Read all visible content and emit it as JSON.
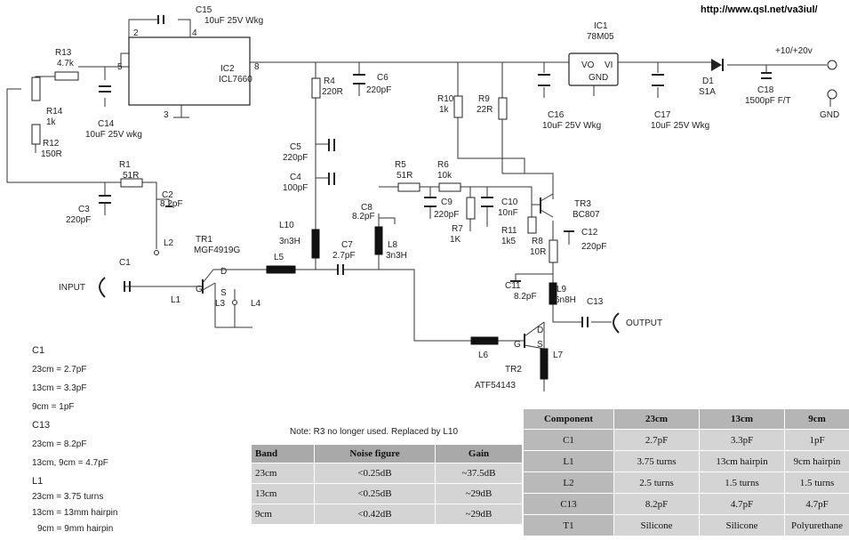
{
  "header": {
    "url": "http://www.qsl.net/va3iul/"
  },
  "labels": {
    "c15": "C15",
    "c15_val": "10uF 25V Wkg",
    "ic2": "IC2",
    "ic2_part": "ICL7660",
    "ic1": "IC1",
    "ic1_part": "78M05",
    "vo": "VO",
    "vi": "VI",
    "gnd_pin": "GND",
    "r13": "R13",
    "r13_val": "4.7k",
    "r14": "R14",
    "r14_val": "1k",
    "r12": "R12",
    "r12_val": "150R",
    "c14": "C14",
    "c14_val": "10uF 25V wkg",
    "r4": "R4",
    "r4_val": "220R",
    "c6": "C6",
    "c6_val": "220pF",
    "c5": "C5",
    "c5_val": "220pF",
    "c4": "C4",
    "c4_val": "100pF",
    "r10": "R10",
    "r10_val": "1k",
    "r9": "R9",
    "r9_val": "22R",
    "c16": "C16",
    "c16_val": "10uF 25V Wkg",
    "c17": "C17",
    "c17_val": "10uF 25V Wkg",
    "d1": "D1",
    "d1_val": "S1A",
    "c18": "C18",
    "c18_val": "1500pF F/T",
    "supply": "+10/+20v",
    "gnd": "GND",
    "r1": "R1",
    "r1_val": "51R",
    "c2": "C2",
    "c2_val": "8.2pF",
    "c3": "C3",
    "c3_val": "220pF",
    "l2": "L2",
    "tr1": "TR1",
    "tr1_part": "MGF4919G",
    "c1": "C1",
    "l1": "L1",
    "input": "INPUT",
    "l3": "L3",
    "l4": "L4",
    "l5": "L5",
    "l10": "L10",
    "l10_val": "3n3H",
    "c7": "C7",
    "c7_val": "2.7pF",
    "c8": "C8",
    "c8_val": "8.2pF",
    "l8_top": "L8",
    "l8_val": "3n3H",
    "r5": "R5",
    "r5_val": "51R",
    "r6": "R6",
    "r6_val": "10k",
    "c9": "C9",
    "c9_val": "220pF",
    "c10": "C10",
    "c10_val": "10nF",
    "r7": "R7",
    "r7_val": "1K",
    "r11": "R11",
    "r11_val": "1k5",
    "r8": "R8",
    "r8_val": "10R",
    "tr3": "TR3",
    "tr3_part": "BC807",
    "c12": "C12",
    "c12_val": "220pF",
    "c11": "C11",
    "c11_val": "8.2pF",
    "l9": "L9",
    "l9_val": "6n8H",
    "c13": "C13",
    "output": "OUTPUT",
    "l6": "L6",
    "l7": "L7",
    "tr2": "TR2",
    "tr2_part": "ATF54143",
    "pin_2": "2",
    "pin_4": "4",
    "pin_5": "5",
    "pin_8": "8",
    "pin_3": "3",
    "pin_d": "D",
    "pin_g": "G",
    "pin_s": "S"
  },
  "values_list": [
    {
      "heading": "C1",
      "lines": [
        "23cm = 2.7pF",
        "13cm = 3.3pF",
        "9cm = 1pF"
      ]
    },
    {
      "heading": "C13",
      "lines": [
        "23cm = 8.2pF",
        "13cm, 9cm = 4.7pF"
      ]
    },
    {
      "heading": "L1",
      "lines": [
        "23cm = 3.75 turns",
        "13cm = 13mm hairpin",
        "9cm = 9mm hairpin"
      ]
    }
  ],
  "note": "Note: R3 no longer used. Replaced by L10",
  "band_table": {
    "headers": [
      "Band",
      "Noise figure",
      "Gain"
    ],
    "rows": [
      [
        "23cm",
        "<0.25dB",
        "~37.5dB"
      ],
      [
        "13cm",
        "<0.25dB",
        "~29dB"
      ],
      [
        "9cm",
        "<0.42dB",
        "~29dB"
      ]
    ]
  },
  "component_table": {
    "headers": [
      "Component",
      "23cm",
      "13cm",
      "9cm"
    ],
    "rows": [
      [
        "C1",
        "2.7pF",
        "3.3pF",
        "1pF"
      ],
      [
        "L1",
        "3.75 turns",
        "13cm hairpin",
        "9cm hairpin"
      ],
      [
        "L2",
        "2.5 turns",
        "1.5 turns",
        "1.5 turns"
      ],
      [
        "C13",
        "8.2pF",
        "4.7pF",
        "4.7pF"
      ],
      [
        "T1",
        "Silicone",
        "Silicone",
        "Polyurethane"
      ]
    ]
  }
}
